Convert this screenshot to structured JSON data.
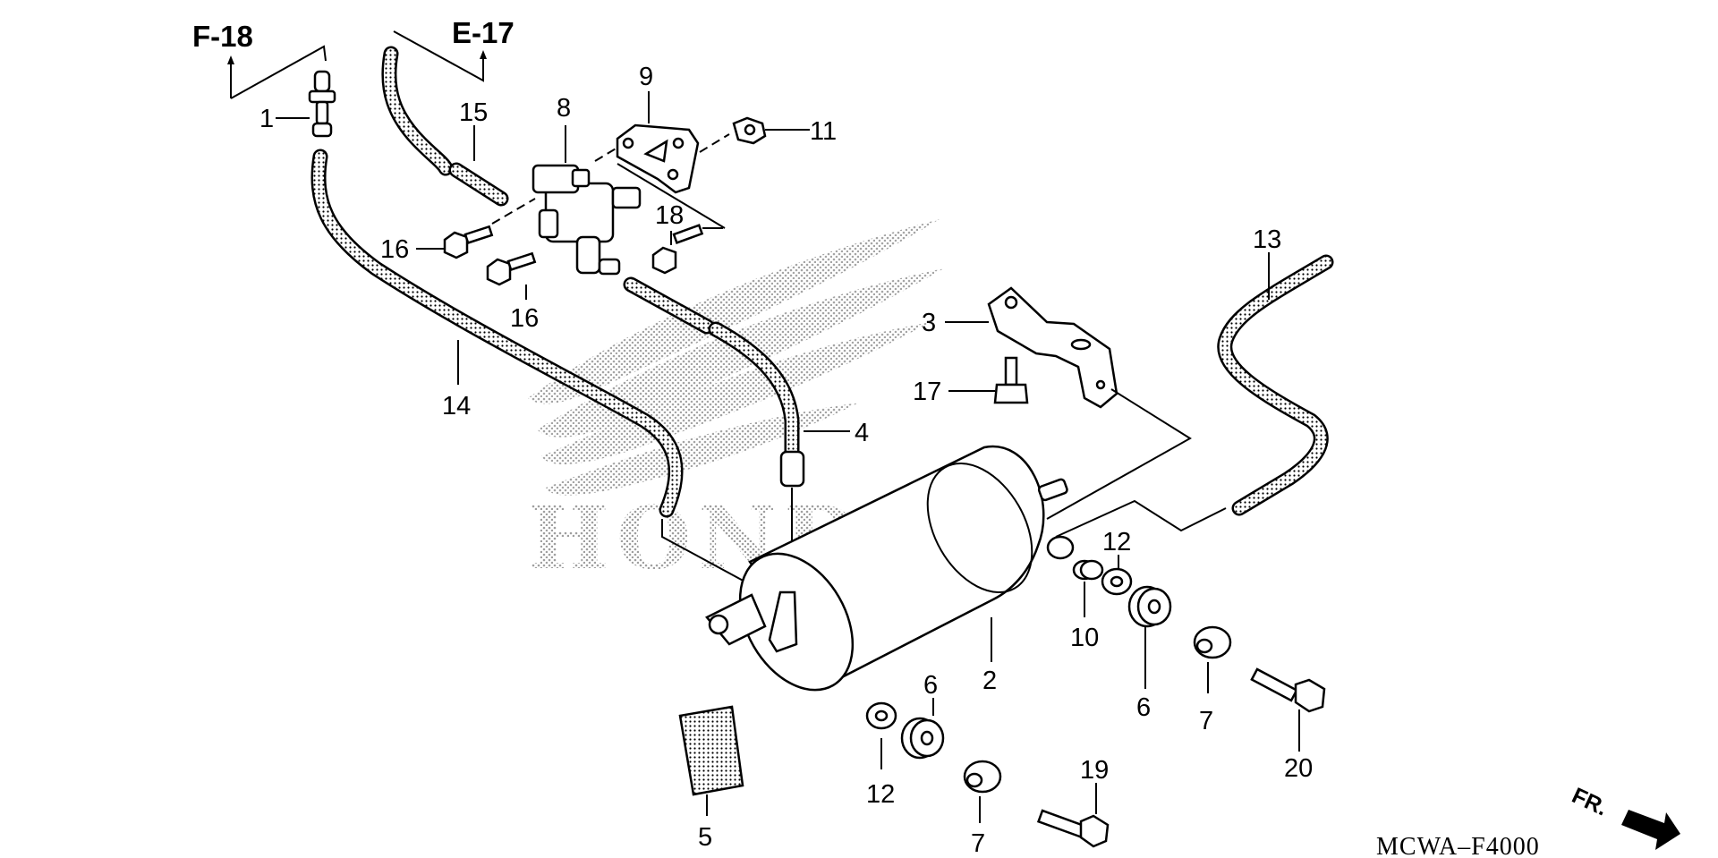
{
  "references": {
    "left": "F-18",
    "right": "E-17"
  },
  "labels": {
    "p1": "1",
    "p2": "2",
    "p3": "3",
    "p4": "4",
    "p5": "5",
    "p6a": "6",
    "p6b": "6",
    "p7a": "7",
    "p7b": "7",
    "p8": "8",
    "p9": "9",
    "p10": "10",
    "p11": "11",
    "p12a": "12",
    "p12b": "12",
    "p13": "13",
    "p14": "14",
    "p15": "15",
    "p16a": "16",
    "p16b": "16",
    "p17": "17",
    "p18": "18",
    "p19": "19",
    "p20": "20"
  },
  "direction": "FR.",
  "diagram_code": "MCWA–F4000",
  "watermark_text": "HONDA"
}
